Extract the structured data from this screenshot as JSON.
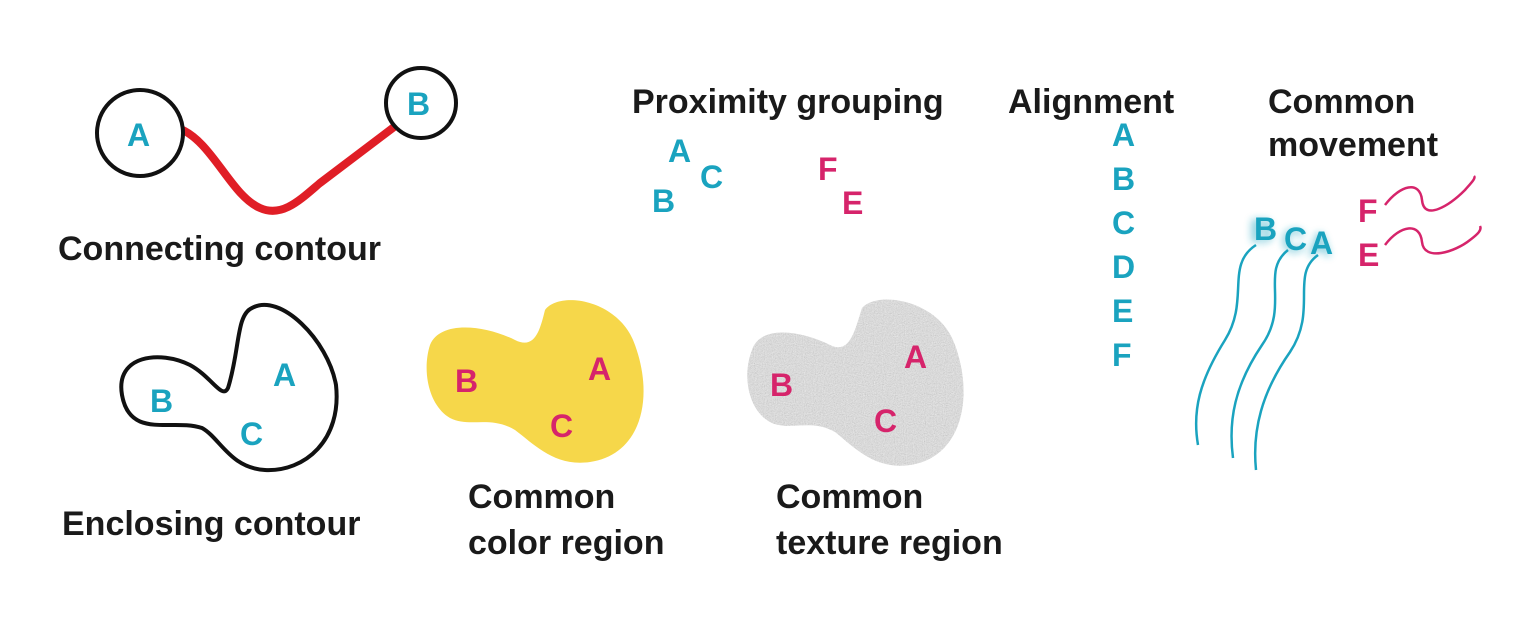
{
  "colors": {
    "teal": "#1aa3bf",
    "magenta": "#d6246b",
    "red_connector": "#e01e26",
    "yellow_region": "#f6d74a",
    "texture_region": "#d9d9d9",
    "outline": "#111111",
    "text": "#1a1a1a"
  },
  "connecting_contour": {
    "label": "Connecting contour",
    "letter_a": "A",
    "letter_b": "B"
  },
  "enclosing_contour": {
    "label": "Enclosing contour",
    "letters": [
      "B",
      "A",
      "C"
    ]
  },
  "common_color_region": {
    "label_line1": "Common",
    "label_line2": "color region",
    "letters": [
      "B",
      "A",
      "C"
    ]
  },
  "common_texture_region": {
    "label_line1": "Common",
    "label_line2": "texture region",
    "letters": [
      "B",
      "A",
      "C"
    ]
  },
  "proximity_grouping": {
    "label": "Proximity grouping",
    "group1": [
      "A",
      "C",
      "B"
    ],
    "group2": [
      "F",
      "E"
    ]
  },
  "alignment": {
    "label": "Alignment",
    "letters": [
      "A",
      "B",
      "C",
      "D",
      "E",
      "F"
    ]
  },
  "common_movement": {
    "label_line1": "Common",
    "label_line2": "movement",
    "group1": [
      "B",
      "C",
      "A"
    ],
    "group2": [
      "F",
      "E"
    ]
  }
}
